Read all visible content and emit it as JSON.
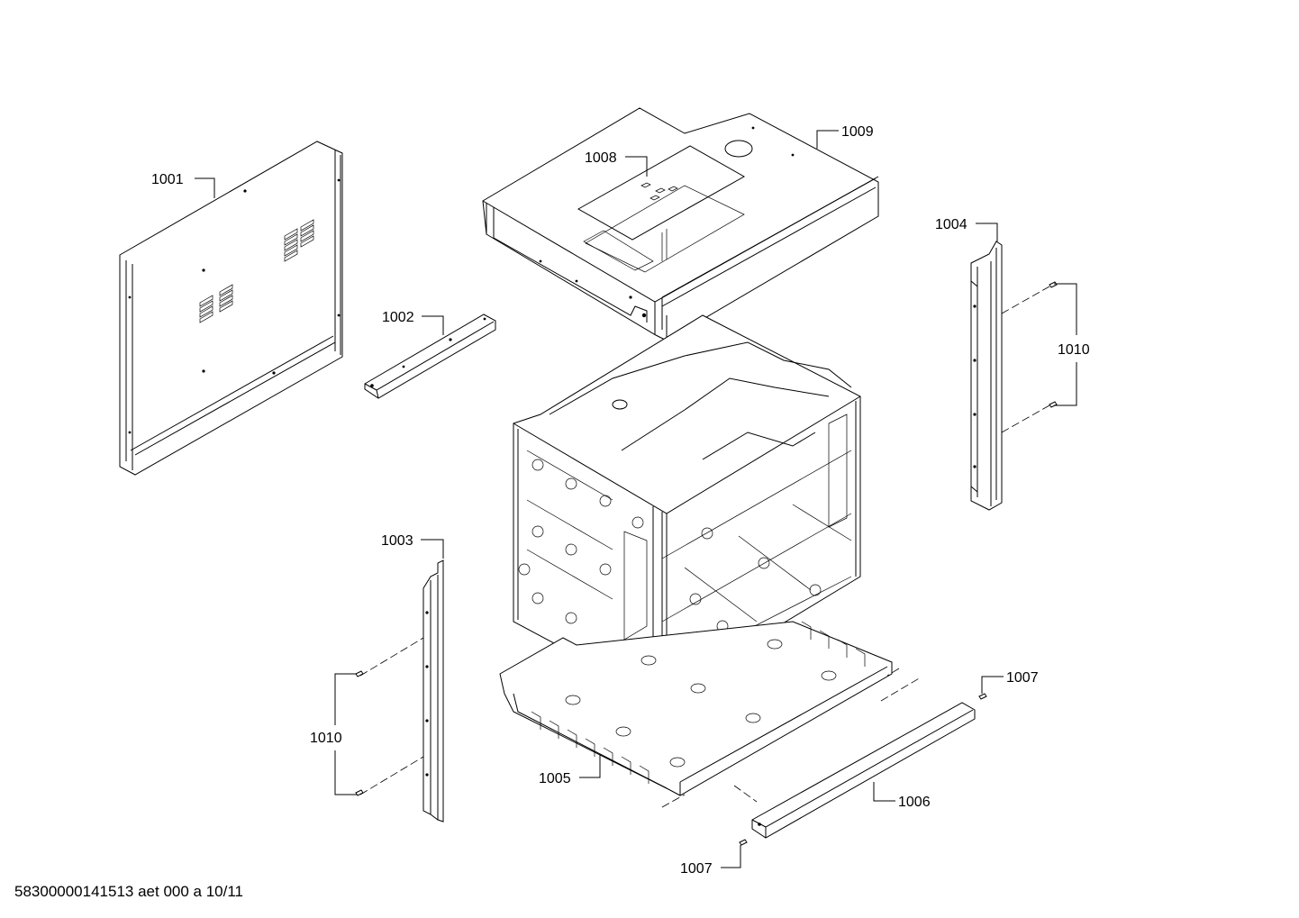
{
  "parts": [
    {
      "id": "p1001",
      "label": "1001"
    },
    {
      "id": "p1002",
      "label": "1002"
    },
    {
      "id": "p1003",
      "label": "1003"
    },
    {
      "id": "p1004",
      "label": "1004"
    },
    {
      "id": "p1005",
      "label": "1005"
    },
    {
      "id": "p1006",
      "label": "1006"
    },
    {
      "id": "p1007a",
      "label": "1007"
    },
    {
      "id": "p1007b",
      "label": "1007"
    },
    {
      "id": "p1008",
      "label": "1008"
    },
    {
      "id": "p1009",
      "label": "1009"
    },
    {
      "id": "p1010a",
      "label": "1010"
    },
    {
      "id": "p1010b",
      "label": "1010"
    }
  ],
  "footer": {
    "code": "58300000141513 aet 000 a 10/11"
  }
}
